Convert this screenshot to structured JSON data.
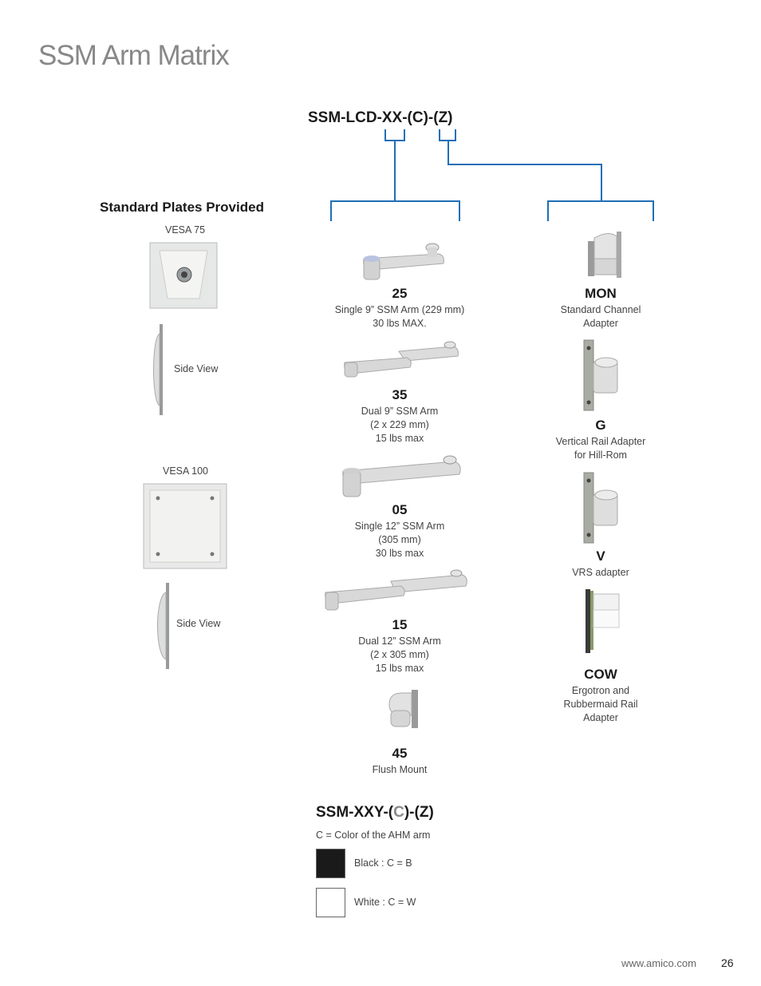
{
  "title": "SSM Arm Matrix",
  "code_main": "SSM-LCD-XX-(C)-(Z)",
  "plates": {
    "heading": "Standard Plates Provided",
    "vesa75": "VESA 75",
    "side_view_1": "Side View",
    "vesa100": "VESA 100",
    "side_view_2": "Side View"
  },
  "arms": [
    {
      "code": "25",
      "lines": [
        "Single 9” SSM Arm (229 mm)",
        "30 lbs MAX."
      ]
    },
    {
      "code": "35",
      "lines": [
        "Dual 9” SSM Arm",
        "(2 x 229 mm)",
        "15 lbs max"
      ]
    },
    {
      "code": "05",
      "lines": [
        "Single 12” SSM Arm",
        "(305 mm)",
        "30 lbs max"
      ]
    },
    {
      "code": "15",
      "lines": [
        "Dual 12” SSM Arm",
        "(2 x 305 mm)",
        "15 lbs max"
      ]
    },
    {
      "code": "45",
      "lines": [
        "Flush Mount"
      ]
    }
  ],
  "adapters": [
    {
      "code": "MON",
      "lines": [
        "Standard Channel",
        "Adapter"
      ]
    },
    {
      "code": "G",
      "lines": [
        "Vertical Rail Adapter",
        "for Hill-Rom"
      ]
    },
    {
      "code": "V",
      "lines": [
        "VRS adapter"
      ]
    },
    {
      "code": "COW",
      "lines": [
        "Ergotron and",
        "Rubbermaid Rail",
        "Adapter"
      ]
    }
  ],
  "color_section": {
    "code_prefix": "SSM-XXY-(",
    "code_c": "C",
    "code_suffix": ")-(Z)",
    "note": "C = Color of the AHM arm",
    "black_label": "Black : C = B",
    "white_label": "White : C = W",
    "black_hex": "#1a1a1a",
    "white_hex": "#ffffff",
    "accent_c_hex": "#8a8a8a"
  },
  "footer": {
    "url": "www.amico.com",
    "page": "26"
  },
  "bracket_color": "#1f6fb5"
}
